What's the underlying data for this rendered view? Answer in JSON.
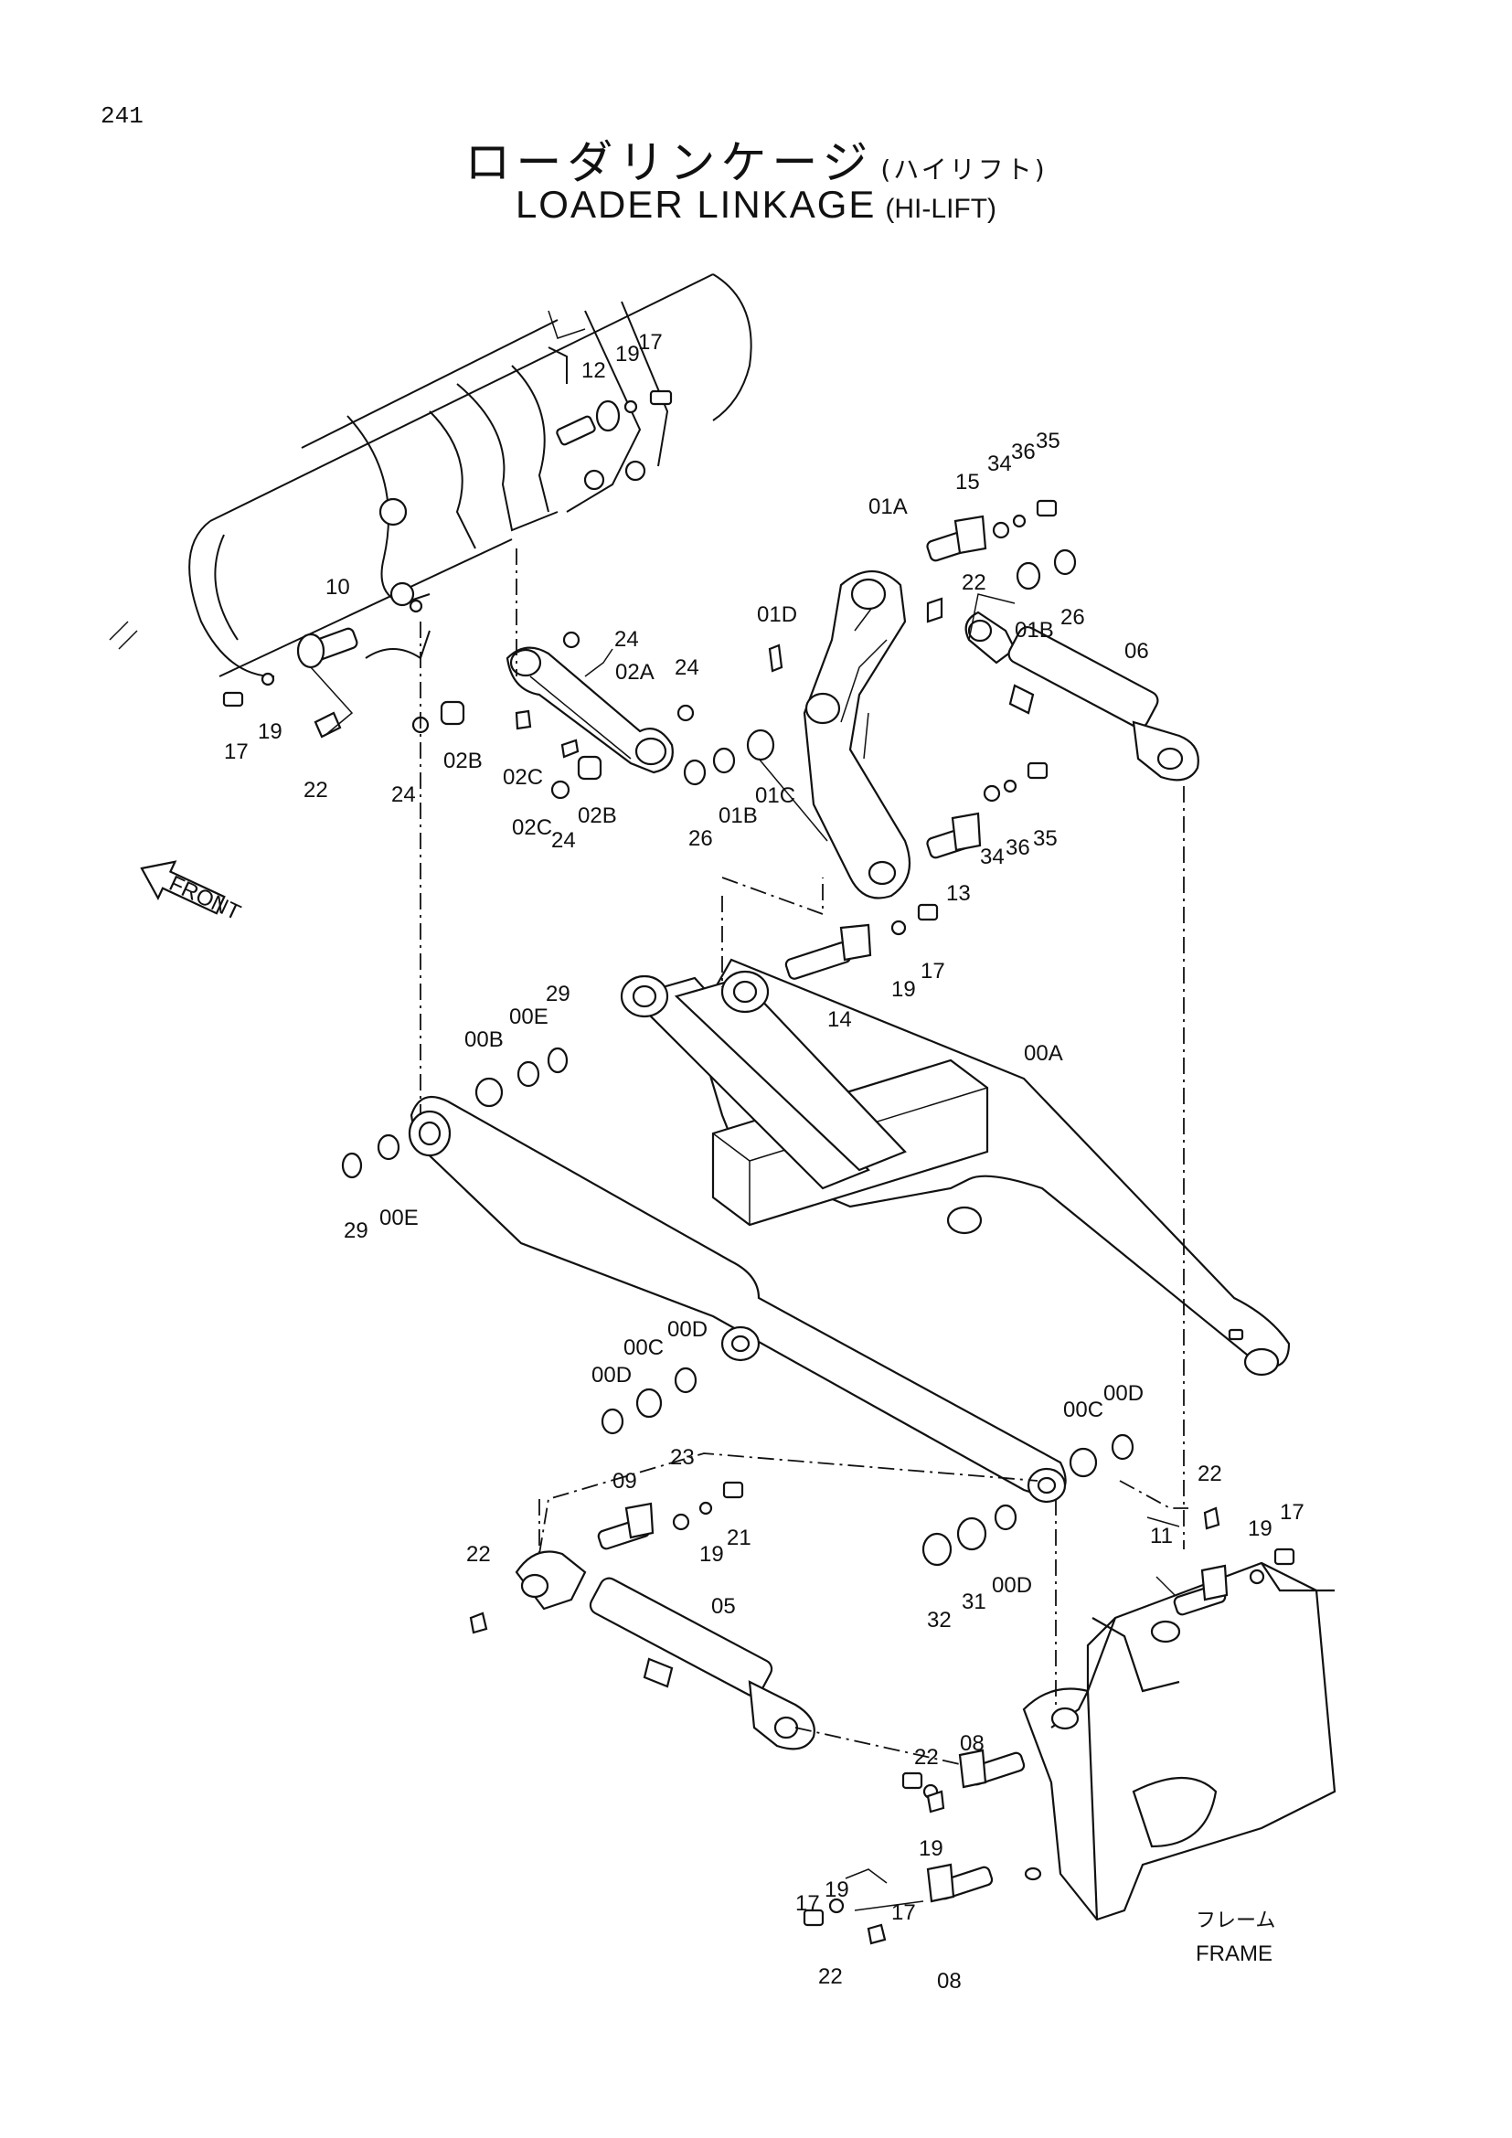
{
  "page_number": "241",
  "title": {
    "jp_main": "ローダリンケージ",
    "jp_sub": "(ハイリフト)",
    "en_main": "LOADER  LINKAGE",
    "en_sub": "(HI-LIFT)"
  },
  "front_arrow_label": "FRONT",
  "frame_label": {
    "jp": "フレーム",
    "en": "FRAME"
  },
  "part_labels": {
    "p12": "12",
    "p19a": "19",
    "p17a": "17",
    "p15": "15",
    "p34a": "34",
    "p36a": "36",
    "p35a": "35",
    "p01A": "01A",
    "p22a": "22",
    "p01D": "01D",
    "p01B_a": "01B",
    "p26a": "26",
    "p06": "06",
    "p10": "10",
    "p24a": "24",
    "p02A": "02A",
    "p24b": "24",
    "p17b": "17",
    "p19b": "19",
    "p22b": "22",
    "p24c": "24",
    "p02B_a": "02B",
    "p02C_a": "02C",
    "p02C_b": "02C",
    "p24d": "24",
    "p02B_b": "02B",
    "p26b": "26",
    "p01B_b": "01B",
    "p01C": "01C",
    "p34b": "34",
    "p36b": "36",
    "p35b": "35",
    "p13": "13",
    "p19c": "19",
    "p17c": "17",
    "p14": "14",
    "p29a": "29",
    "p00E_a": "00E",
    "p00B": "00B",
    "p00A": "00A",
    "p29b": "29",
    "p00E_b": "00E",
    "p00D_a": "00D",
    "p00C_a": "00C",
    "p00D_b": "00D",
    "p00C_b": "00C",
    "p00D_c": "00D",
    "p23": "23",
    "p09": "09",
    "p19d": "19",
    "p21": "21",
    "p22c": "22",
    "p22d": "22",
    "p19e": "19",
    "p17d": "17",
    "p11": "11",
    "p32": "32",
    "p31": "31",
    "p00D_d": "00D",
    "p05": "05",
    "p22e": "22",
    "p08a": "08",
    "p19f": "19",
    "p17e": "17",
    "p19g": "19",
    "p17f": "17",
    "p22f": "22",
    "p08b": "08"
  }
}
